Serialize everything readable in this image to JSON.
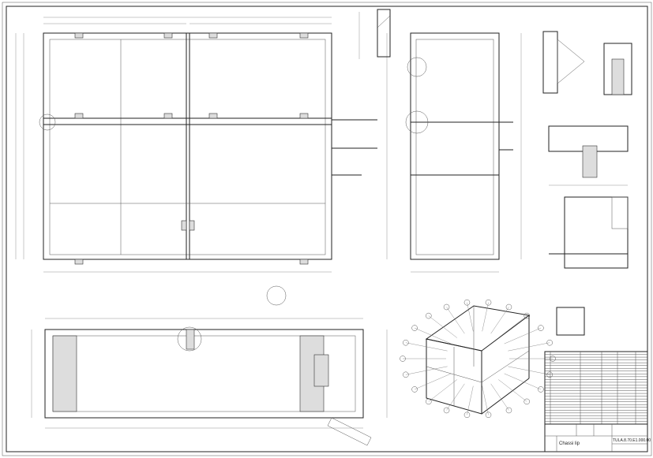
{
  "title_block": {
    "drawing_title": "Chassi lip",
    "drawing_number": "TULA.8.70.E1.000.00"
  },
  "parts_list": {
    "row_count": 26
  },
  "balloon_count": 22
}
